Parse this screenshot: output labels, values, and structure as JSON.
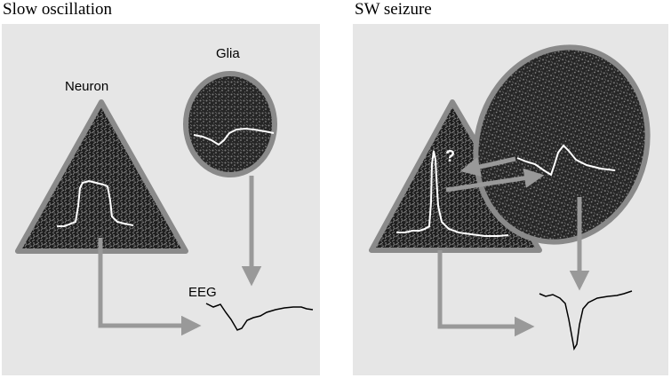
{
  "panels": {
    "left": {
      "title": "Slow oscillation",
      "labels": {
        "neuron": "Neuron",
        "glia": "Glia",
        "eeg": "EEG"
      }
    },
    "right": {
      "title": "SW seizure",
      "question_mark": "?"
    }
  },
  "colors": {
    "panel_background": "#e6e6e6",
    "cell_border": "#8a8a8a",
    "cell_texture_dark": "#1e1e1e",
    "trace": "#ffffff",
    "arrow": "#999999",
    "eeg_trace": "#000000"
  }
}
